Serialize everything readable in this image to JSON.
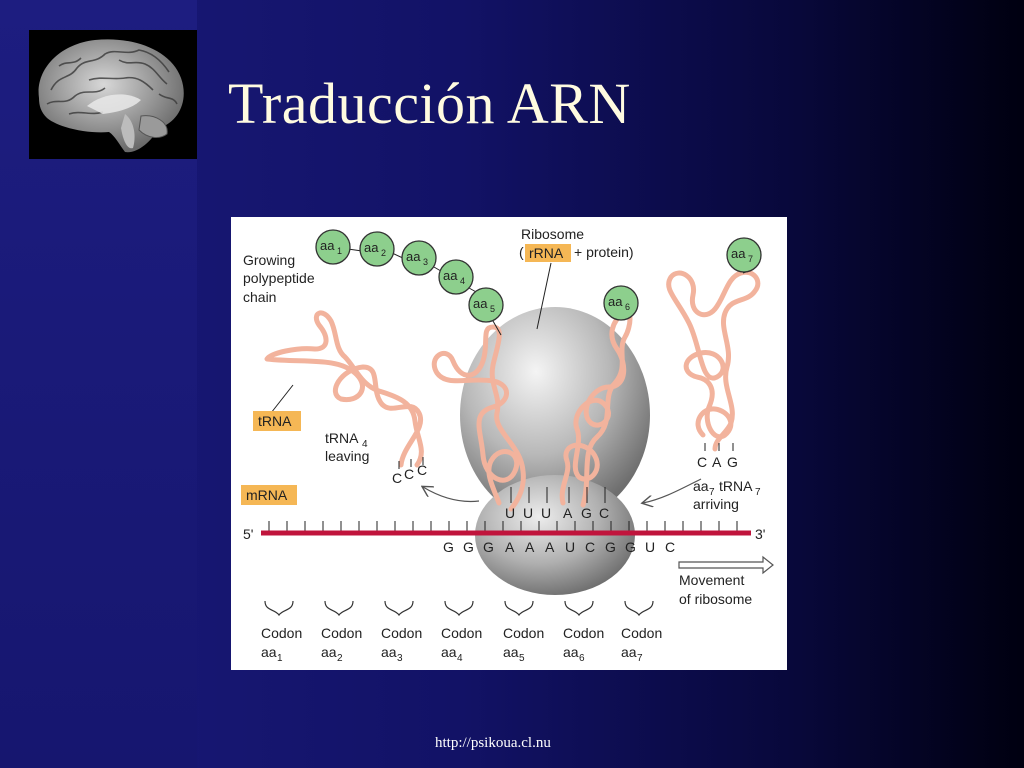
{
  "slide": {
    "title": "Traducción ARN",
    "footer_url": "http://psikoua.cl.nu"
  },
  "colors": {
    "title_text": "#fffbe0",
    "background_left": "#1a1a7a",
    "background_right": "#000010",
    "trna_strand": "#f2b39d",
    "amino_acid_fill": "#8dcf8d",
    "label_box": "#f5b755",
    "mrna_strand": "#c0143c",
    "ribosome_gray": "#a0a0a0"
  },
  "icons": {
    "logo": "brain-sagittal-image"
  },
  "diagram": {
    "growing_chain_label": [
      "Growing",
      "polypeptide",
      "chain"
    ],
    "amino_acids": [
      {
        "base": "aa",
        "sub": "1"
      },
      {
        "base": "aa",
        "sub": "2"
      },
      {
        "base": "aa",
        "sub": "3"
      },
      {
        "base": "aa",
        "sub": "4"
      },
      {
        "base": "aa",
        "sub": "5"
      },
      {
        "base": "aa",
        "sub": "6"
      },
      {
        "base": "aa",
        "sub": "7"
      }
    ],
    "ribosome_label": "Ribosome",
    "rrna_open": "(",
    "rrna_box": "rRNA",
    "rrna_rest": "+ protein)",
    "trna_box": "tRNA",
    "trna4_leaving": {
      "base": "tRNA",
      "sub": "4",
      "line2": "leaving"
    },
    "ccc": [
      "C",
      "C",
      "C"
    ],
    "cag": [
      "C",
      "A",
      "G"
    ],
    "aa7_trna7": {
      "aa": "aa",
      "aa_sub": "7",
      "trna": "tRNA",
      "trna_sub": "7",
      "line2": "arriving"
    },
    "mrna_box": "mRNA",
    "five_prime": "5'",
    "three_prime": "3'",
    "anticodons": [
      "U",
      "U",
      "U",
      "A",
      "G",
      "C"
    ],
    "mrna_sequence": [
      "G",
      "G",
      "G",
      "A",
      "A",
      "A",
      "U",
      "C",
      "G",
      "G",
      "U",
      "C"
    ],
    "movement_label": [
      "Movement",
      "of ribosome"
    ],
    "codon_word": "Codon",
    "codons": [
      {
        "base": "aa",
        "sub": "1"
      },
      {
        "base": "aa",
        "sub": "2"
      },
      {
        "base": "aa",
        "sub": "3"
      },
      {
        "base": "aa",
        "sub": "4"
      },
      {
        "base": "aa",
        "sub": "5"
      },
      {
        "base": "aa",
        "sub": "6"
      },
      {
        "base": "aa",
        "sub": "7"
      }
    ]
  }
}
